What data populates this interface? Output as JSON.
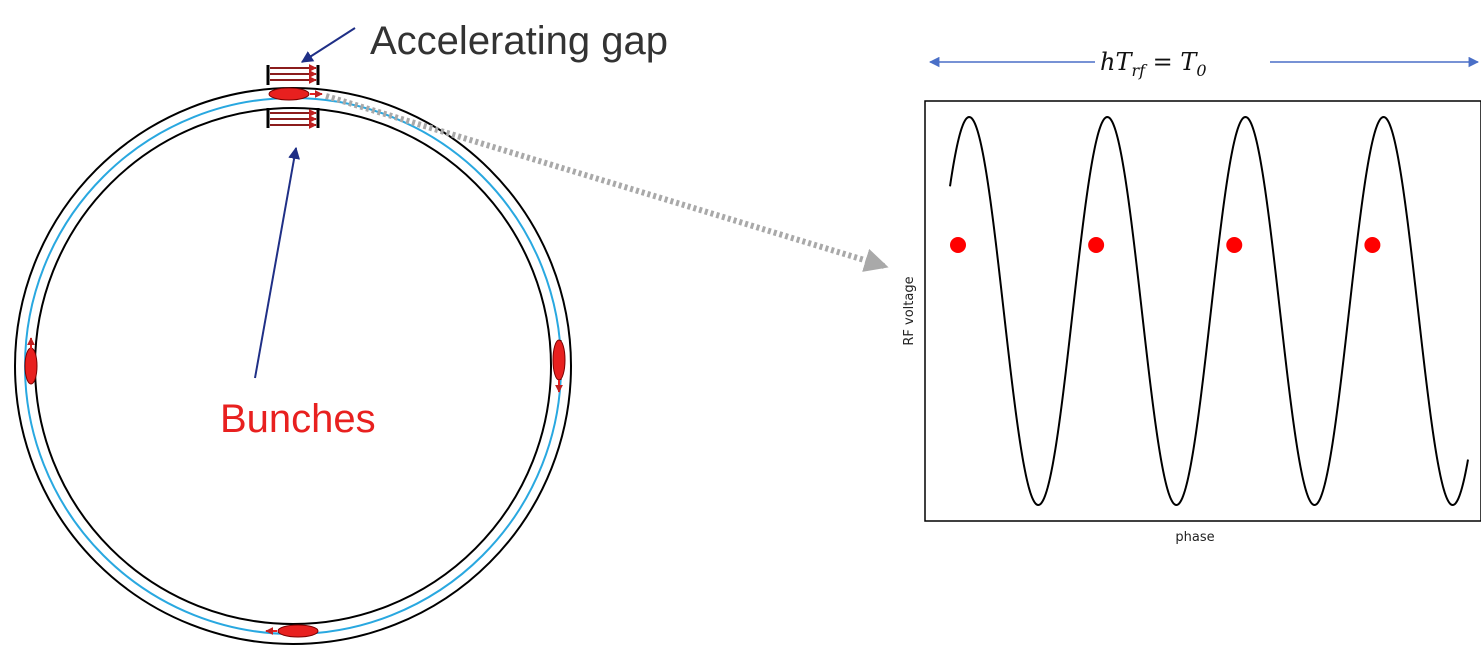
{
  "labels": {
    "accelerating_gap": "Accelerating gap",
    "bunches": "Bunches",
    "period_equation": "hT_rf = T_0"
  },
  "colors": {
    "bunch": "#e8201f",
    "beam_path": "#29a8e0",
    "arrow_navy": "#1f2f86",
    "period_arrow": "#4a6fc7",
    "dotted_arrow": "#a9a9a9",
    "field_arrow": "#8b1c1c"
  },
  "chart_data": {
    "type": "line",
    "xlabel": "phase",
    "ylabel": "RF voltage",
    "grid": false,
    "cycles": 3.75,
    "marker_phases_deg": [
      0,
      360,
      720,
      1080
    ],
    "marker_color": "#ff0000"
  }
}
